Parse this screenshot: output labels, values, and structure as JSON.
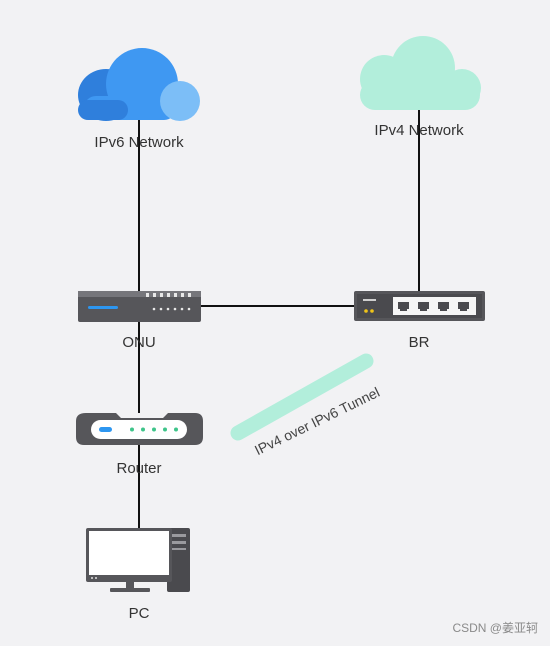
{
  "nodes": {
    "ipv6_network": "IPv6 Network",
    "ipv4_network": "IPv4 Network",
    "onu": "ONU",
    "br": "BR",
    "router": "Router",
    "pc": "PC"
  },
  "tunnel_label": "IPv4 over IPv6 Tunnel",
  "watermark": "CSDN @姜亚轲",
  "colors": {
    "background": "#f2f2f4",
    "ipv6_cloud": "#3d8ee8",
    "ipv4_cloud": "#b2eedb",
    "tunnel": "#b2eedb",
    "device_body": "#4a4a4c",
    "link": "#111111"
  },
  "icons": [
    "cloud-icon",
    "onu-device-icon",
    "br-switch-icon",
    "router-icon",
    "pc-icon"
  ]
}
